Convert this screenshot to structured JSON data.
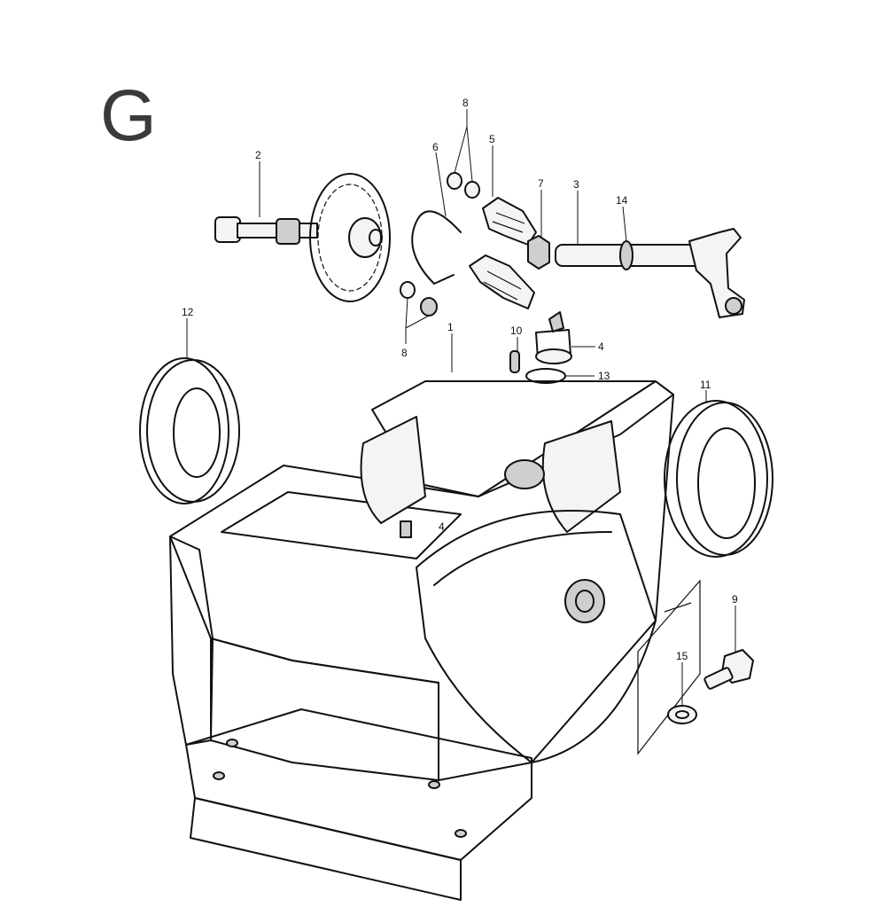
{
  "section_letter": "G",
  "callouts": {
    "p1": "1",
    "p2": "2",
    "p3": "3",
    "p4": "4",
    "p4b": "4",
    "p5": "5",
    "p6": "6",
    "p7": "7",
    "p8a": "8",
    "p8b": "8",
    "p9": "9",
    "p10": "10",
    "p11": "11",
    "p12": "12",
    "p13": "13",
    "p14": "14",
    "p15": "15"
  }
}
